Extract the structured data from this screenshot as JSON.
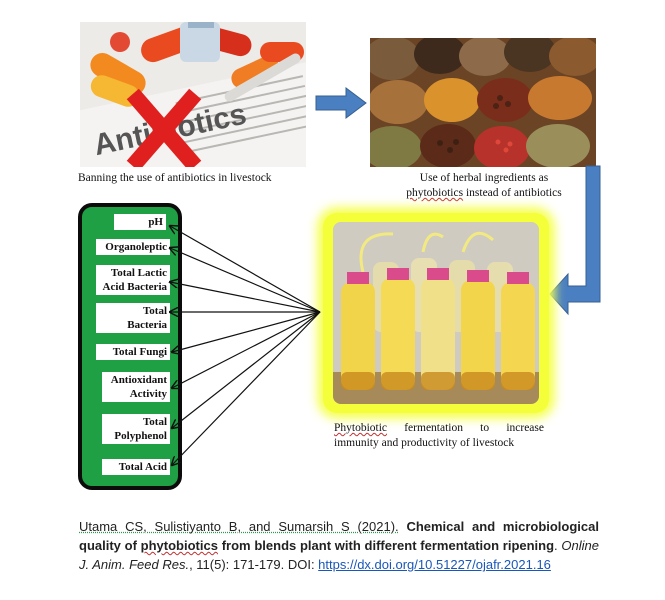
{
  "top_left_caption": "Banning the use of antibiotics in livestock",
  "top_right_caption_line1": "Use of herbal ingredients as",
  "top_right_caption_word": "phytobiotics",
  "top_right_caption_rest": " instead of antibiotics",
  "bottom_right_caption_word": "Phytobiotic",
  "bottom_right_caption_rest": " fermentation to increase",
  "bottom_right_caption_line2": "immunity and productivity of livestock",
  "antibiotic_photo_text": "Antibiotics",
  "parameters": [
    {
      "label": "pH"
    },
    {
      "label": "Organoleptic"
    },
    {
      "label": "Total Lactic Acid Bacteria"
    },
    {
      "label": "Total Bacteria"
    },
    {
      "label": "Total Fungi"
    },
    {
      "label": "Antioxidant Activity"
    },
    {
      "label": "Total Polyphenol"
    },
    {
      "label": "Total Acid"
    }
  ],
  "citation": {
    "authors": "Utama CS, Sulistiyanto B, and Sumarsih S (2021).",
    "title_part1": "Chemical and microbiological quality of ",
    "title_word": "phytobiotics",
    "title_part2": " from blends plant with different fermentation ripening",
    "journal": "Online J. Anim. Feed Res.",
    "volume": ", 11(5): 171-179. DOI: ",
    "doi": "https://dx.doi.org/10.51227/ojafr.2021.16"
  },
  "colors": {
    "arrow_blue": "#4a7fc1",
    "panel_green": "#1fa045",
    "glow_yellow": "#f4ff3a",
    "link_blue": "#1a57b8"
  }
}
